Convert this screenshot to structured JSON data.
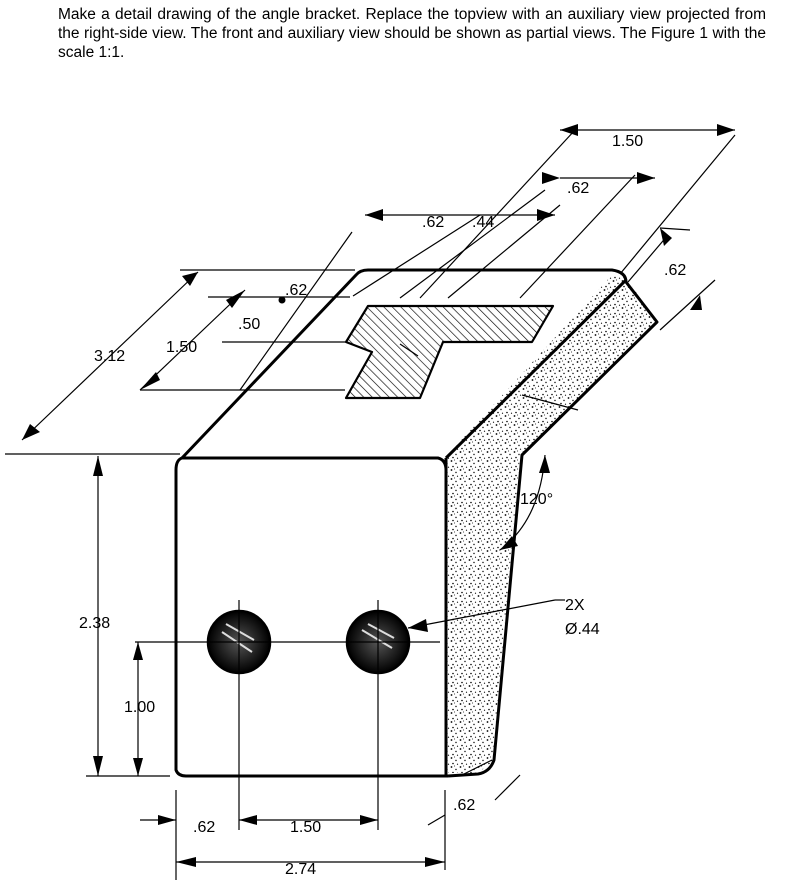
{
  "instructions": "Make a detail drawing of the angle bracket. Replace the topview with an auxiliary view projected from the right-side view. The front and auxiliary view should be shown as partial views. The Figure 1 with the scale 1:1.",
  "dimensions": {
    "d_150_top": "1.50",
    "d_062_mid": ".62",
    "d_062_slot": ".62",
    "d_044_slot": ".44",
    "d_062_right": ".62",
    "d_062_topleft": ".62",
    "d_050": ".50",
    "d_150_left": "1.50",
    "d_312": "3.12",
    "d_238": "2.38",
    "d_100": "1.00",
    "d_062_bottom": ".62",
    "d_150_bottom": "1.50",
    "d_274": "2.74",
    "d_062_thick": ".62",
    "angle": "120°",
    "holes_count": "2X",
    "holes_dia": "Ø.44"
  },
  "colors": {
    "ink": "#000000",
    "background": "#ffffff"
  }
}
